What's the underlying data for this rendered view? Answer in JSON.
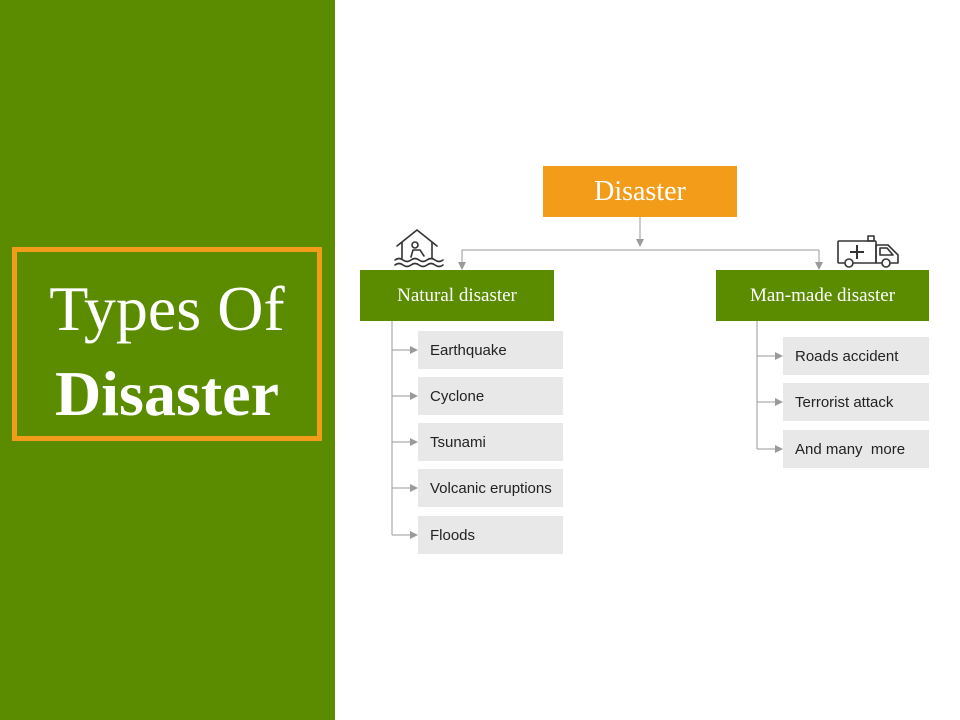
{
  "title": {
    "line1": "Types Of",
    "line2": "Disaster"
  },
  "diagram": {
    "root": "Disaster",
    "categories": [
      {
        "label": "Natural disaster",
        "icon": "flood-house-icon",
        "items": [
          "Earthquake",
          "Cyclone",
          "Tsunami",
          "Volcanic eruptions",
          "Floods"
        ]
      },
      {
        "label": "Man-made disaster",
        "icon": "ambulance-icon",
        "items": [
          "Roads accident",
          "Terrorist attack",
          "And many  more"
        ]
      }
    ]
  },
  "colors": {
    "green": "#5b8c00",
    "orange": "#f29c1a",
    "item_bg": "#e8e8e8",
    "connector": "#9a9a9a"
  }
}
